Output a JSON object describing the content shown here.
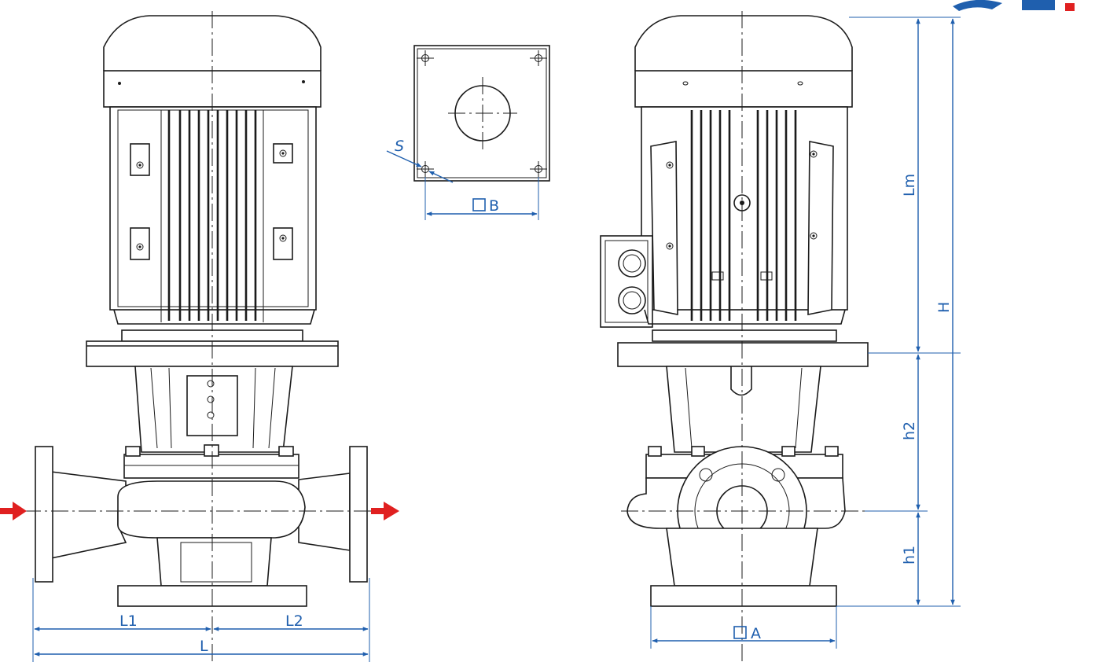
{
  "colors": {
    "dimension_line": "#1f5fae",
    "flow_arrow": "#e02020",
    "outline": "#1b1b1b",
    "logo_partial": "#1f5fae"
  },
  "dimension_labels": {
    "L1": "L1",
    "L2": "L2",
    "L": "L",
    "Lm": "Lm",
    "H": "H",
    "h2": "h2",
    "h1": "h1",
    "A": "A",
    "B": "B",
    "S": "S"
  },
  "icons": {
    "flow_in": "red-arrow-right-icon",
    "flow_out": "red-arrow-right-icon",
    "square_symbol": "square-symbol-icon"
  }
}
